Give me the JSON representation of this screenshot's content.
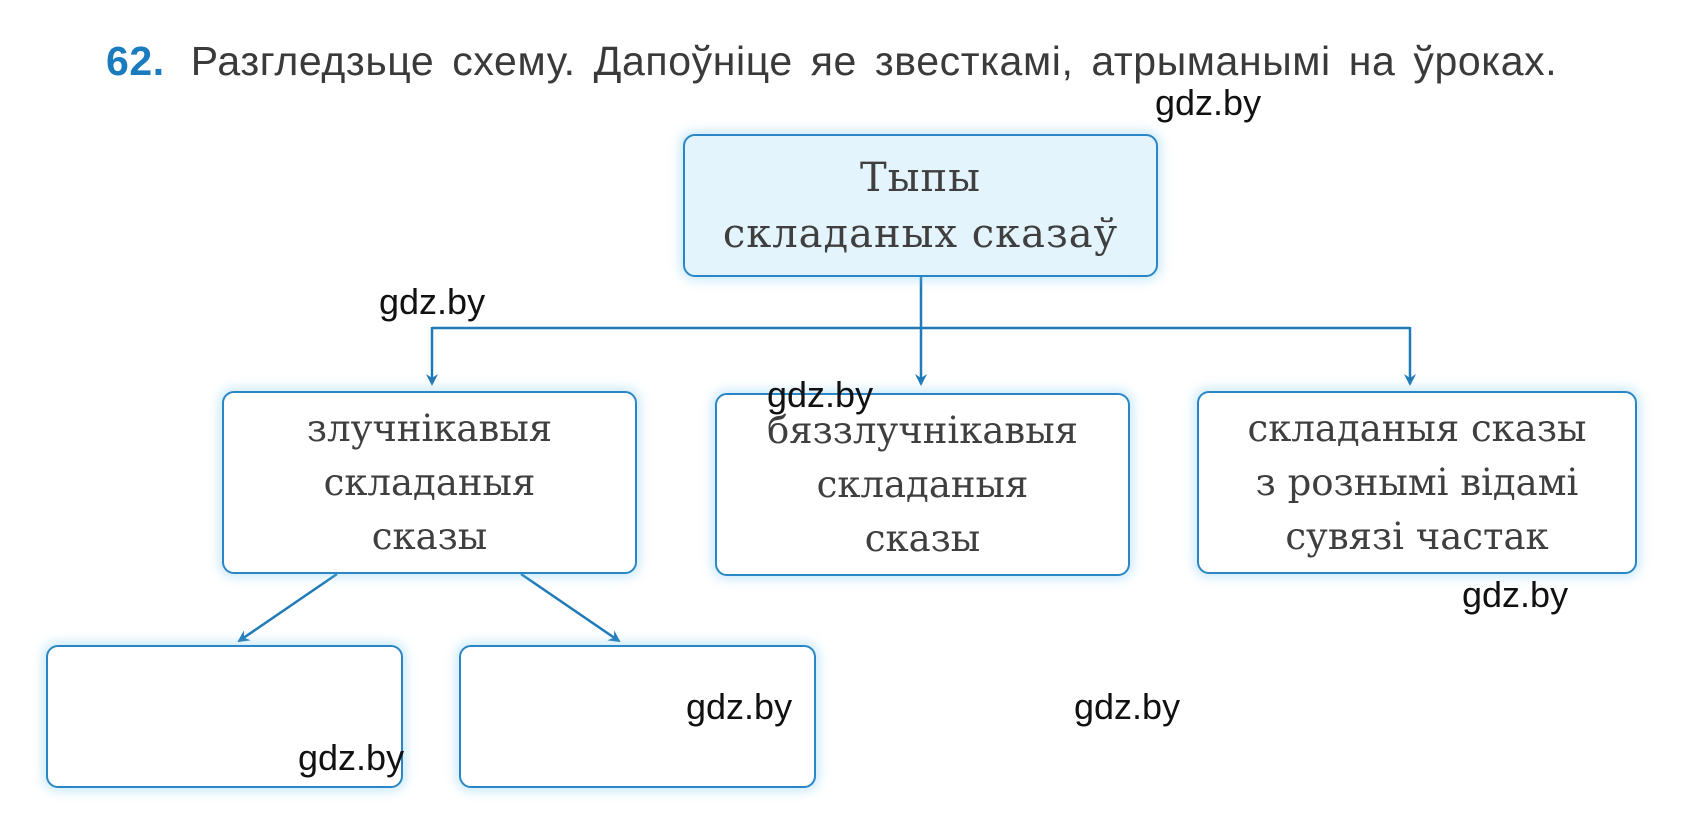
{
  "task": {
    "number": "62.",
    "text": "Разгледзьце схему. Дапоўніце яе звесткамі, атрыманымі на ўроках."
  },
  "diagram": {
    "root": "Тыпы\nскладаных сказаў",
    "level1": [
      "злучнікавыя\nскладаныя\nсказы",
      "бяззлучнікавыя\nскладаныя\nсказы",
      "складаныя сказы\nз рознымі відамі\nсувязі частак"
    ],
    "level2": [
      "",
      ""
    ]
  },
  "watermarks": [
    "gdz.by",
    "gdz.by",
    "gdz.by",
    "gdz.by",
    "gdz.by",
    "gdz.by",
    "gdz.by"
  ],
  "colors": {
    "accent": "#1a7bbf",
    "box_border": "#2a86c4",
    "root_fill": "#e4f4fc",
    "text": "#3f3f3f"
  }
}
